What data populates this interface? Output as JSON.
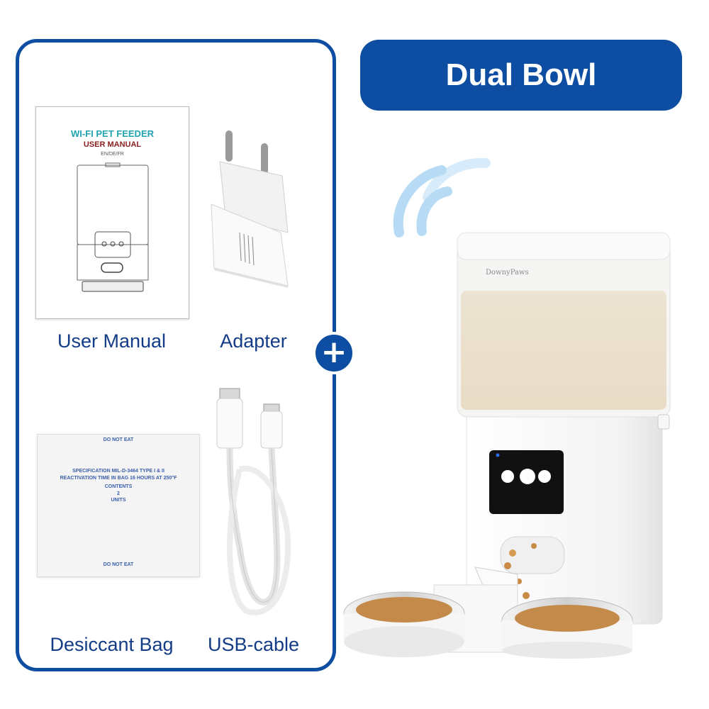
{
  "title": "Dual Bowl",
  "plus_symbol": "+",
  "items": [
    {
      "label": "User Manual"
    },
    {
      "label": "Adapter"
    },
    {
      "label": "Desiccant Bag"
    },
    {
      "label": "USB-cable"
    }
  ],
  "manual": {
    "heading": "WI-FI PET FEEDER",
    "subheading": "USER MANUAL",
    "languages": "EN/DE/FR"
  },
  "desiccant": {
    "top": "DO NOT EAT",
    "spec": "SPECIFICATION MIL-D-3464 TYPE I & II",
    "reactivation": "REACTIVATION TIME IN BAG 16 HOURS AT 250°F",
    "contents": "CONTENTS",
    "units_count": "2",
    "units": "UNITS",
    "bottom": "DO NOT EAT"
  },
  "brand": "DownyPaws",
  "colors": {
    "accent": "#0d4ea3",
    "caption": "#133c86"
  }
}
